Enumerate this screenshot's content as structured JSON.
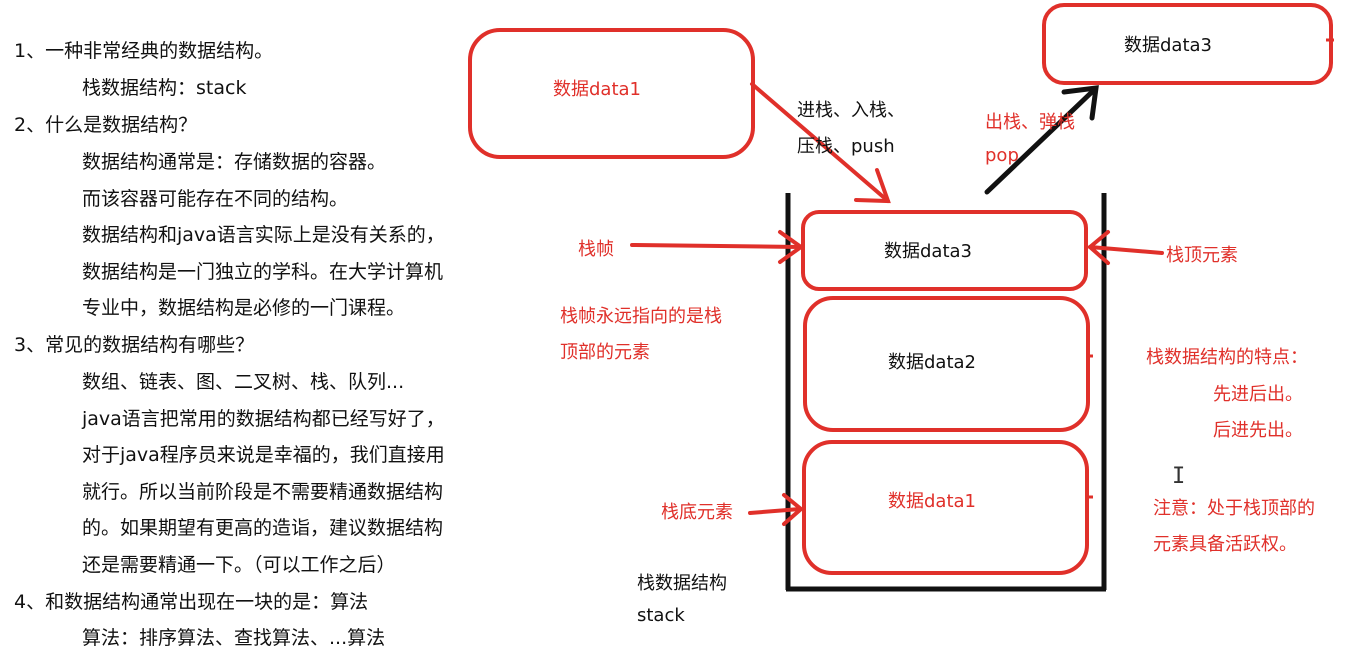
{
  "notes": {
    "lines": [
      "1、一种非常经典的数据结构。",
      "栈数据结构：stack",
      "2、什么是数据结构？",
      "数据结构通常是：存储数据的容器。",
      "而该容器可能存在不同的结构。",
      "数据结构和java语言实际上是没有关系的，",
      "数据结构是一门独立的学科。在大学计算机",
      "专业中，数据结构是必修的一门课程。",
      "3、常见的数据结构有哪些？",
      "数组、链表、图、二叉树、栈、队列...",
      "java语言把常用的数据结构都已经写好了，",
      "对于java程序员来说是幸福的，我们直接用",
      "就行。所以当前阶段是不需要精通数据结构",
      "的。如果期望有更高的造诣，建议数据结构",
      "还是需要精通一下。（可以工作之后）",
      "4、和数据结构通常出现在一块的是：算法",
      "算法：排序算法、查找算法、...算法"
    ]
  },
  "diagram": {
    "incoming_box": "数据data1",
    "popped_box": "数据data3",
    "stack_items": [
      "数据data3",
      "数据data2",
      "数据data1"
    ],
    "push_label_1": "进栈、入栈、",
    "push_label_2": "压栈、push",
    "pop_label_1": "出栈、弹栈",
    "pop_label_2": "pop",
    "frame_label": "栈帧",
    "frame_note_1": "栈帧永远指向的是栈",
    "frame_note_2": "顶部的元素",
    "top_label": "栈顶元素",
    "bottom_label": "栈底元素",
    "feature_title": "栈数据结构的特点：",
    "feature_1": "先进后出。",
    "feature_2": "后进先出。",
    "note_1": "注意：处于栈顶部的",
    "note_2": "元素具备活跃权。",
    "caption_1": "栈数据结构",
    "caption_2": "stack",
    "colors": {
      "red": "#e0302a",
      "black": "#111111"
    }
  }
}
